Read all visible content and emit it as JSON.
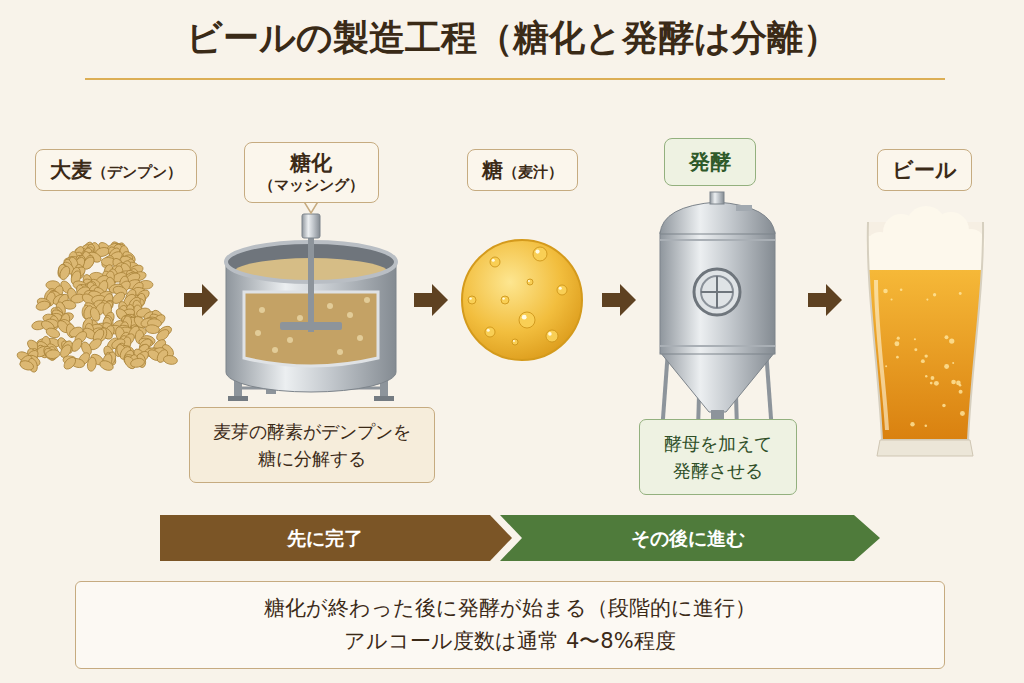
{
  "diagram": {
    "title": "ビールの製造工程（糖化と発酵は分離）",
    "nodes": [
      {
        "text": [
          "大麦（デンプン）"
        ]
      },
      {
        "text": [
          "糖化（マッシング）"
        ]
      },
      {
        "text": [
          "糖（麦汁）"
        ]
      },
      {
        "text": [
          "発酵"
        ]
      },
      {
        "text": [
          "ビール"
        ]
      },
      {
        "text": [
          "麦芽の酵素がデンプンを糖に分解する"
        ]
      },
      {
        "text": [
          "酵母を加えて発酵させる"
        ]
      },
      {
        "text": [
          "先に完了"
        ]
      },
      {
        "text": [
          "その後に進む"
        ]
      },
      {
        "text": [
          "糖化が終わった後に発酵が始まる（段階的に進行）",
          "アルコール度数は通常 4〜8%程度"
        ]
      }
    ]
  }
}
